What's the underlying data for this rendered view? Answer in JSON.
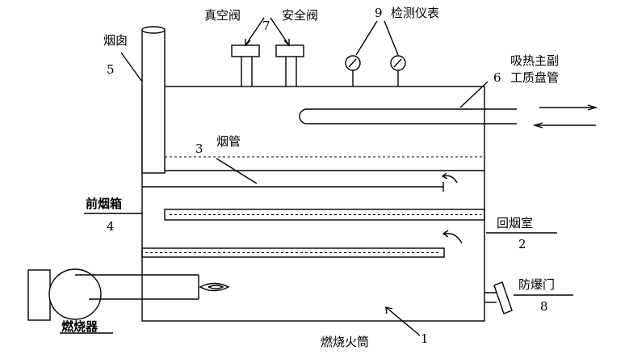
{
  "labels": {
    "vacuum_valve": "真空阀",
    "safety_valve": "安全阀",
    "num_7": "7",
    "num_9": "9",
    "instruments": "检测仪表",
    "chimney": "烟囱",
    "num_5": "5",
    "coil_line1": "吸热主副",
    "coil_line2": "工质盘管",
    "num_6": "6",
    "smoke_tube": "烟管",
    "num_3": "3",
    "front_box": "前烟箱",
    "num_4": "4",
    "rear_chamber": "回烟室",
    "num_2": "2",
    "explosion_door": "防爆门",
    "num_8": "8",
    "burner": "燃烧器",
    "furnace": "燃烧火筒",
    "num_1": "1"
  }
}
